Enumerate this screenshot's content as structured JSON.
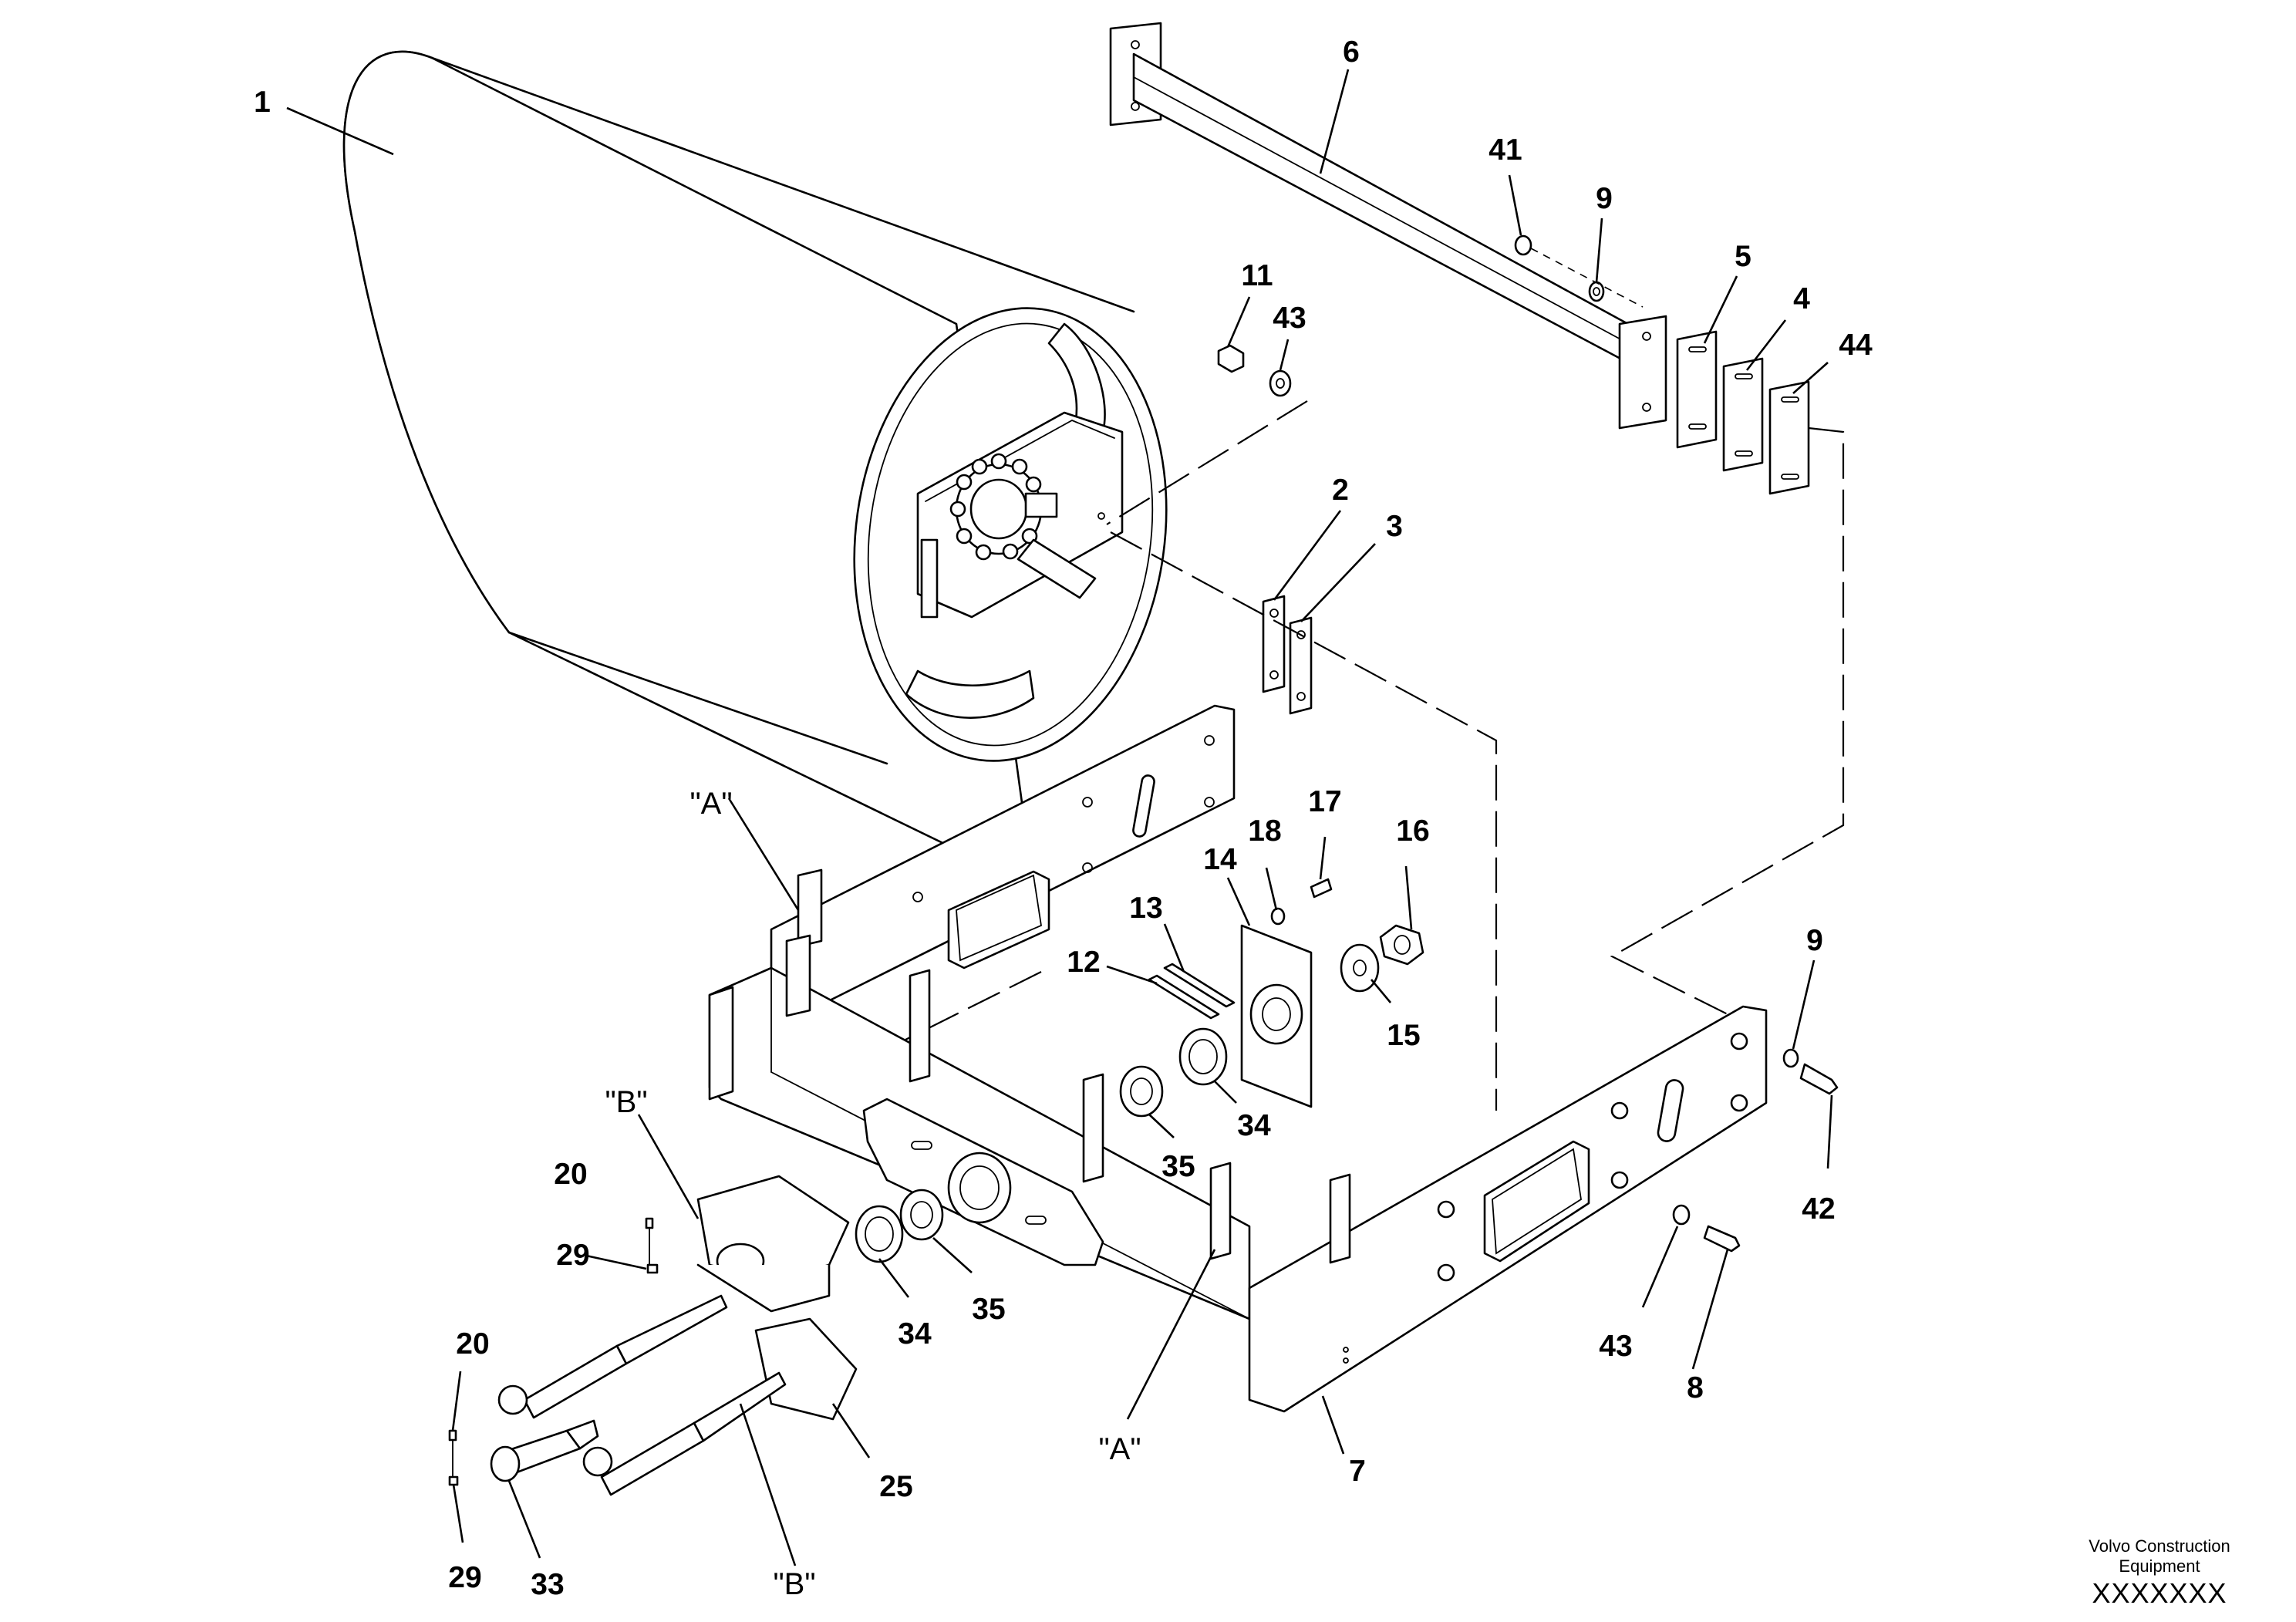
{
  "callouts": {
    "c1": "1",
    "c2": "2",
    "c3": "3",
    "c4": "4",
    "c5": "5",
    "c6": "6",
    "c7": "7",
    "c8": "8",
    "c9a": "9",
    "c9b": "9",
    "c11": "11",
    "c12": "12",
    "c13": "13",
    "c14": "14",
    "c15": "15",
    "c16": "16",
    "c17": "17",
    "c18": "18",
    "c20a": "20",
    "c20b": "20",
    "c25": "25",
    "c29a": "29",
    "c29b": "29",
    "c33": "33",
    "c34a": "34",
    "c34b": "34",
    "c35a": "35",
    "c35b": "35",
    "c41": "41",
    "c42": "42",
    "c43a": "43",
    "c43b": "43",
    "c44": "44",
    "viewA1": "\"A\"",
    "viewA2": "\"A\"",
    "viewB1": "\"B\"",
    "viewB2": "\"B\""
  },
  "footer": {
    "brand_line1": "Volvo Construction",
    "brand_line2": "Equipment",
    "code": "XXXXXXX"
  }
}
